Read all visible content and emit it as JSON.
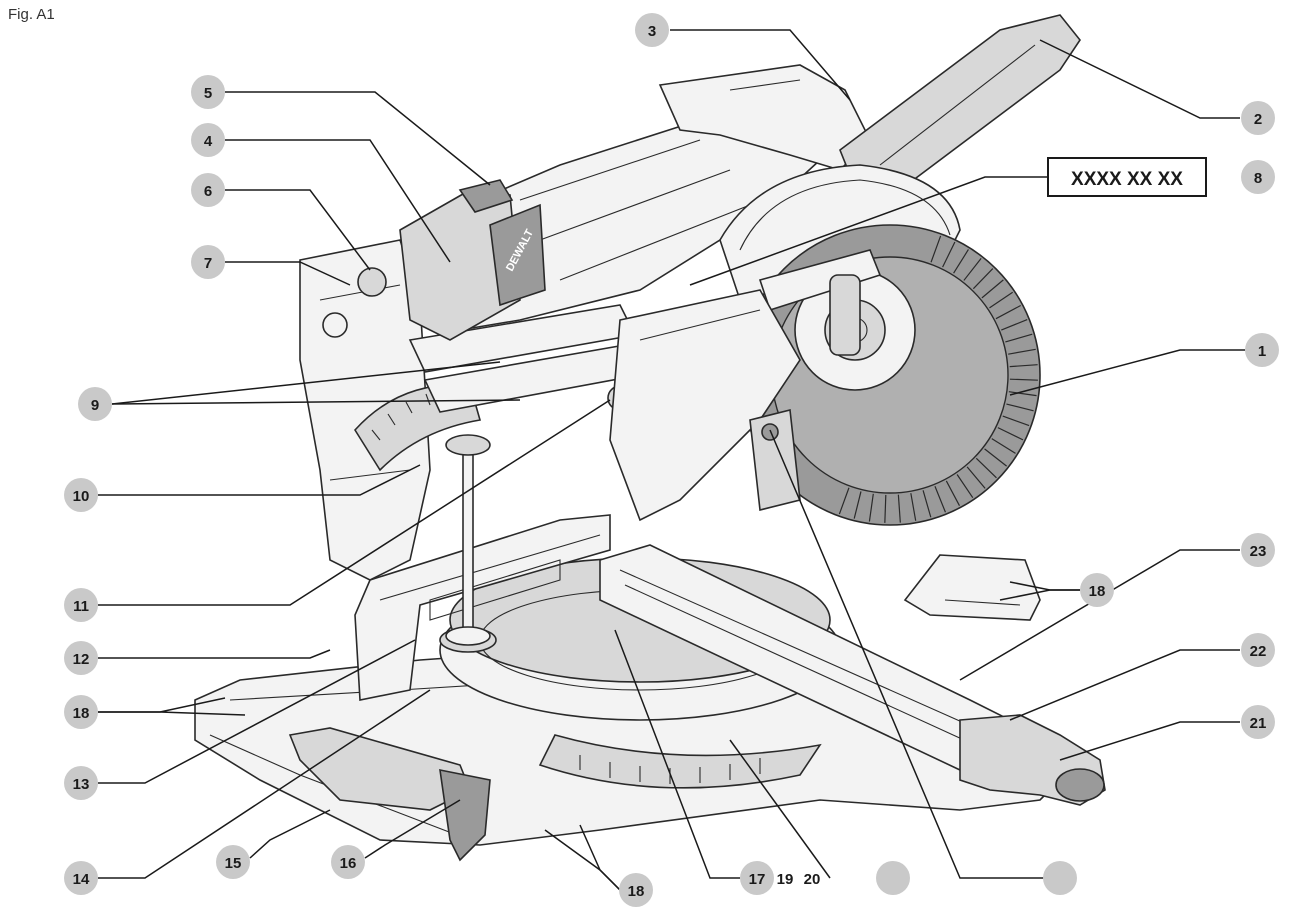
{
  "figure": {
    "label": "Fig. A1",
    "code_box": "XXXX XX XX",
    "brand_mark": "DEWALT"
  },
  "callouts": [
    {
      "id": "c1",
      "label": "1"
    },
    {
      "id": "c2",
      "label": "2"
    },
    {
      "id": "c3",
      "label": "3"
    },
    {
      "id": "c4",
      "label": "4"
    },
    {
      "id": "c5",
      "label": "5"
    },
    {
      "id": "c6",
      "label": "6"
    },
    {
      "id": "c7",
      "label": "7"
    },
    {
      "id": "c8",
      "label": "8"
    },
    {
      "id": "c9",
      "label": "9"
    },
    {
      "id": "c10",
      "label": "10"
    },
    {
      "id": "c11",
      "label": "11"
    },
    {
      "id": "c12",
      "label": "12"
    },
    {
      "id": "c13",
      "label": "13"
    },
    {
      "id": "c14",
      "label": "14"
    },
    {
      "id": "c15",
      "label": "15"
    },
    {
      "id": "c16",
      "label": "16"
    },
    {
      "id": "c17",
      "label": "17"
    },
    {
      "id": "c18a",
      "label": "18"
    },
    {
      "id": "c18b",
      "label": "18"
    },
    {
      "id": "c18c",
      "label": "18"
    },
    {
      "id": "c19",
      "label": "19"
    },
    {
      "id": "c20",
      "label": "20"
    },
    {
      "id": "c19b",
      "label": ""
    },
    {
      "id": "c20b",
      "label": ""
    },
    {
      "id": "c21",
      "label": "21"
    },
    {
      "id": "c22",
      "label": "22"
    },
    {
      "id": "c23",
      "label": "23"
    }
  ],
  "colors": {
    "line": "#2a2a2a",
    "callout_fill": "#c9c9c9",
    "blade": "#8c8c8c",
    "light_part": "#f3f3f3",
    "mid_part": "#d8d8d8"
  }
}
